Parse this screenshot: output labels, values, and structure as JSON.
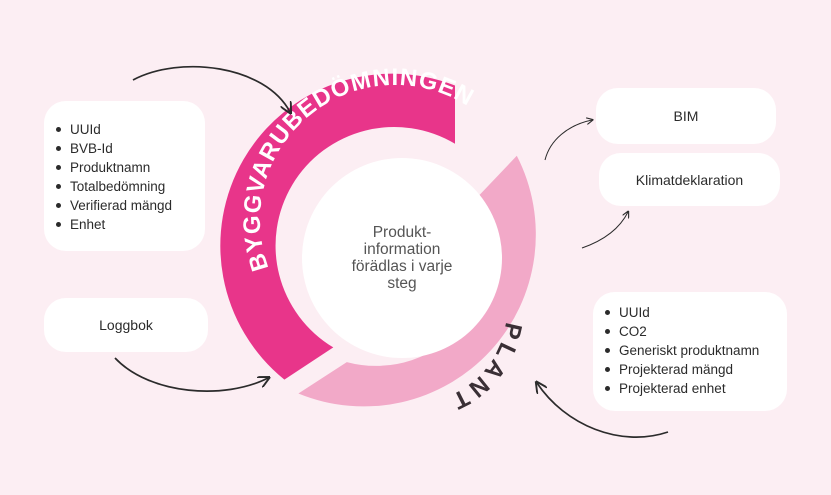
{
  "diagram": {
    "center_text": [
      "Produkt-",
      "information",
      "förädlas i varje",
      "steg"
    ],
    "ring_top": {
      "label": "BYGGVARUBEDÖMNINGEN",
      "color": "#e8358a"
    },
    "ring_bottom": {
      "label": "PLANT",
      "color": "#f2a9c8"
    },
    "left_card": {
      "items": [
        "UUId",
        "BVB-Id",
        "Produktnamn",
        "Totalbedömning",
        "Verifierad mängd",
        "Enhet"
      ]
    },
    "logbook_card": {
      "label": "Loggbok"
    },
    "bim_card": {
      "label": "BIM"
    },
    "klimat_card": {
      "label": "Klimatdeklaration"
    },
    "right_card": {
      "items": [
        "UUId",
        "CO2",
        "Generiskt produktnamn",
        "Projekterad mängd",
        "Projekterad enhet"
      ]
    }
  },
  "colors": {
    "background": "#fceef3",
    "accent": "#e8358a",
    "accent_light": "#f2a9c8",
    "arrow": "#2b2b2b"
  }
}
